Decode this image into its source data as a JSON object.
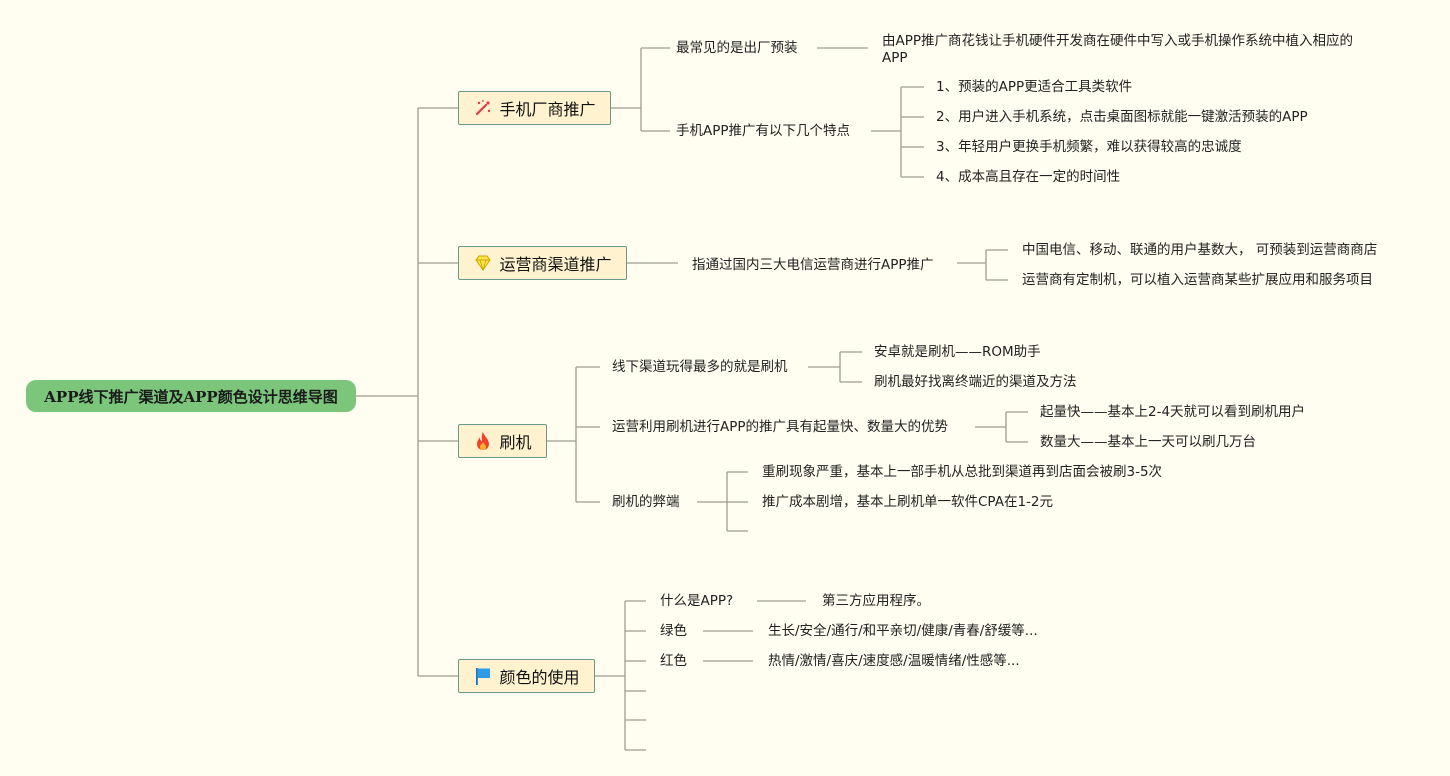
{
  "root": {
    "title": "APP线下推广渠道及APP颜色设计思维导图"
  },
  "branches": {
    "manufacturer": {
      "label": "手机厂商推广",
      "icon": "magic-sparkle-icon",
      "sub1": {
        "label": "最常见的是出厂预装",
        "detail": "由APP推广商花钱让手机硬件开发商在硬件中写入或手机操作系统中植入相应的APP"
      },
      "sub2": {
        "label": "手机APP推广有以下几个特点",
        "items": [
          "1、预装的APP更适合工具类软件",
          "2、用户进入手机系统，点击桌面图标就能一键激活预装的APP",
          "3、年轻用户更换手机频繁，难以获得较高的忠诚度",
          "4、成本高且存在一定的时间性"
        ]
      }
    },
    "carrier": {
      "label": "运营商渠道推广",
      "icon": "diamond-icon",
      "sub1": {
        "label": "指通过国内三大电信运营商进行APP推广",
        "items": [
          "中国电信、移动、联通的用户基数大， 可预装到运营商商店",
          "运营商有定制机，可以植入运营商某些扩展应用和服务项目"
        ]
      }
    },
    "flash": {
      "label": "刷机",
      "icon": "fire-icon",
      "sub1": {
        "label": "线下渠道玩得最多的就是刷机",
        "items": [
          "安卓就是刷机——ROM助手",
          "刷机最好找离终端近的渠道及方法"
        ]
      },
      "sub2": {
        "label": "运营利用刷机进行APP的推广具有起量快、数量大的优势",
        "items": [
          "起量快——基本上2-4天就可以看到刷机用户",
          "数量大——基本上一天可以刷几万台"
        ]
      },
      "sub3": {
        "label": "刷机的弊端",
        "items": [
          "重刷现象严重，基本上一部手机从总批到渠道再到店面会被刷3-5次",
          "推广成本剧增，基本上刷机单一软件CPA在1-2元"
        ]
      }
    },
    "color": {
      "label": "颜色的使用",
      "icon": "flag-icon",
      "items": [
        {
          "label": "什么是APP?",
          "detail": "第三方应用程序。"
        },
        {
          "label": "绿色",
          "detail": "生长/安全/通行/和平亲切/健康/青春/舒缓等..."
        },
        {
          "label": "红色",
          "detail": "热情/激情/喜庆/速度感/温暖情绪/性感等..."
        }
      ]
    }
  },
  "colors": {
    "root_bg": "#7bc67b",
    "topic_bg": "#fff3cf",
    "topic_border": "#6a9a8a",
    "line": "#9e9e90",
    "page_bg": "#fffef0"
  }
}
